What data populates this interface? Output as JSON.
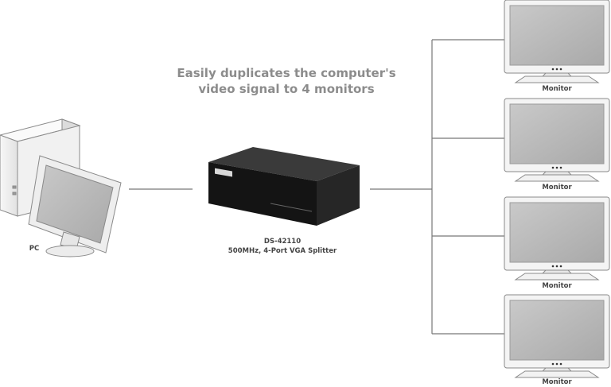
{
  "headline": {
    "line1": "Easily duplicates the computer's",
    "line2": "video signal to 4 monitors"
  },
  "pc": {
    "label": "PC"
  },
  "splitter": {
    "model": "DS-42110",
    "description": "500MHz, 4-Port VGA Splitter"
  },
  "monitors": [
    {
      "label": "Monitor"
    },
    {
      "label": "Monitor"
    },
    {
      "label": "Monitor"
    },
    {
      "label": "Monitor"
    }
  ],
  "colors": {
    "line": "#777777",
    "monitor_frame": "#f4f4f4",
    "monitor_screen": "#b8b8b8",
    "splitter_body": "#1c1c1c",
    "headline_text": "#8c8c8c"
  }
}
